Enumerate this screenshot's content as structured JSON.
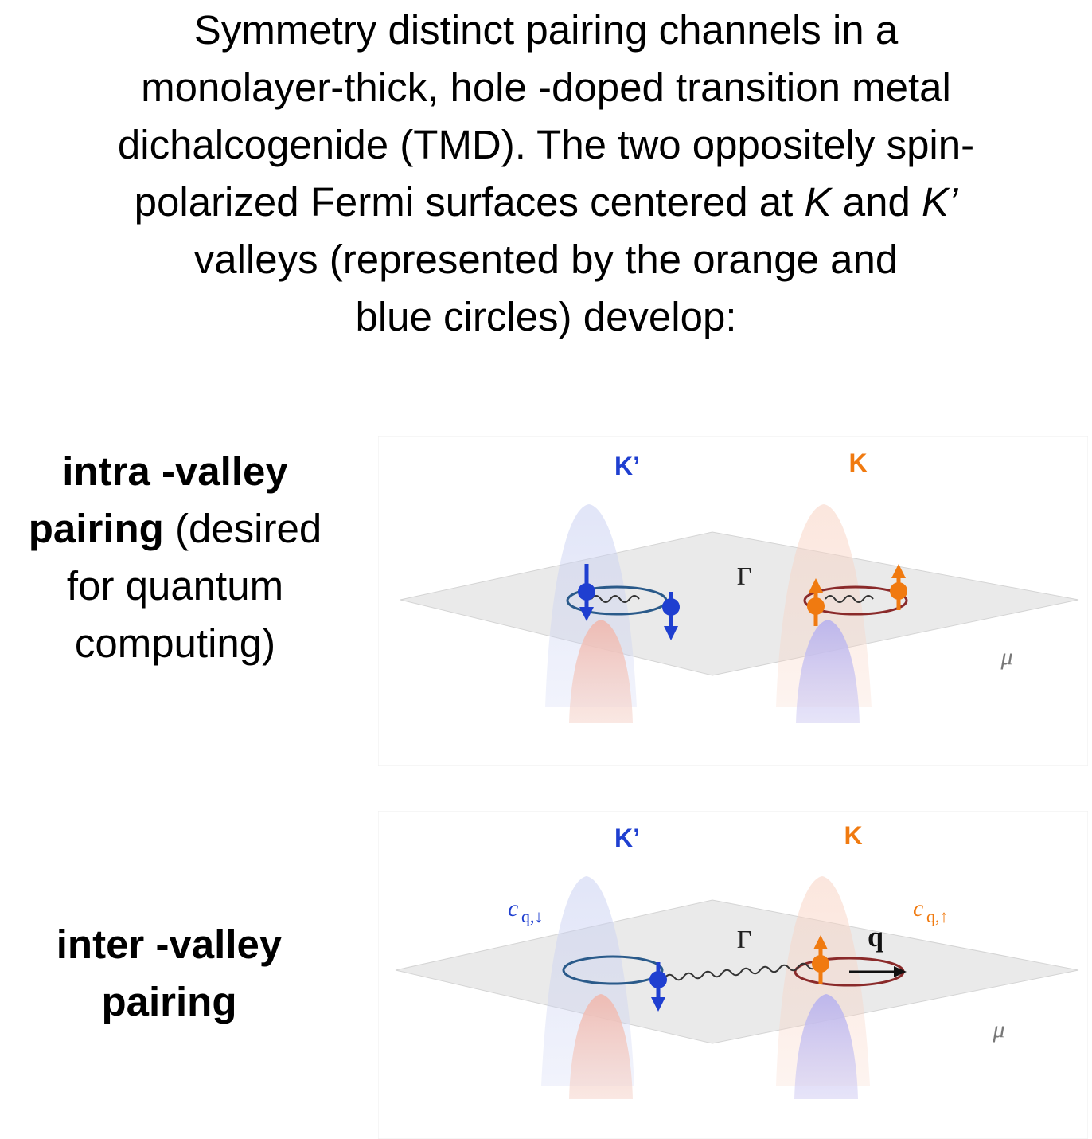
{
  "caption": {
    "lines": [
      "Symmetry distinct pairing channels in a",
      "monolayer-thick, hole -doped transition metal",
      "dichalcogenide (TMD). The two oppositely spin-",
      "valleys (represented by the orange and",
      "blue circles) develop:"
    ],
    "line4": {
      "pre": "polarized Fermi surfaces centered at ",
      "k1": "K",
      "mid": " and ",
      "k2": "K’"
    }
  },
  "intra_label": {
    "bold1": "intra -valley",
    "bold2": "pairing",
    "rest2": " (desired",
    "line3": "for quantum",
    "line4": "computing)"
  },
  "inter_label": {
    "bold1": "inter -valley",
    "bold2": "pairing"
  },
  "panels": {
    "intra": {
      "valley_left": "K’",
      "valley_right": "K",
      "gamma": "Γ",
      "mu": "μ"
    },
    "inter": {
      "valley_left": "K’",
      "valley_right": "K",
      "gamma": "Γ",
      "mu": "μ",
      "op_left": "c",
      "op_left_sub": "q,↓",
      "op_right": "c",
      "op_right_sub": "q,↑",
      "momentum": "q"
    }
  },
  "colors": {
    "blue": "#1f3fd0",
    "orange": "#f07a10",
    "ring_blue": "#2a5a8a",
    "ring_red": "#8a2a2a",
    "plane": "#d8d8d8"
  }
}
